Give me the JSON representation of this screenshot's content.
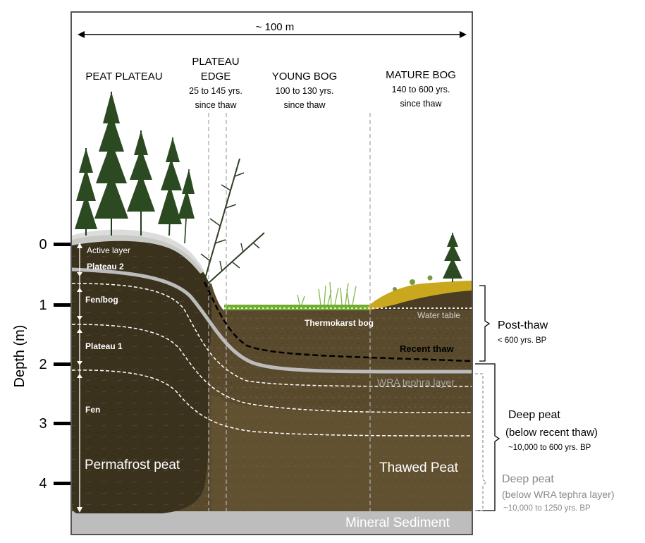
{
  "scale_label": "~ 100 m",
  "zones": {
    "peat_plateau": {
      "title": "PEAT PLATEAU"
    },
    "plateau_edge": {
      "title_1": "PLATEAU",
      "title_2": "EDGE",
      "sub_1": "25 to 145 yrs.",
      "sub_2": "since thaw"
    },
    "young_bog": {
      "title": "YOUNG BOG",
      "sub_1": "100 to 130 yrs.",
      "sub_2": "since thaw"
    },
    "mature_bog": {
      "title": "MATURE BOG",
      "sub_1": "140 to 600 yrs.",
      "sub_2": "since thaw"
    }
  },
  "depth_axis": {
    "label": "Depth (m)",
    "ticks": [
      "0",
      "1",
      "2",
      "3",
      "4"
    ]
  },
  "layers": {
    "active_layer": "Active layer",
    "plateau_2": "Plateau 2",
    "fen_bog": "Fen/bog",
    "plateau_1": "Plateau 1",
    "fen": "Fen",
    "permafrost_peat": "Permafrost peat",
    "thermokarst_bog": "Thermokarst bog",
    "water_table": "Water table",
    "recent_thaw": "Recent thaw",
    "wra_tephra": "WRA tephra layer",
    "thawed_peat": "Thawed Peat",
    "mineral_sediment": "Mineral Sediment"
  },
  "side_notes": {
    "post_thaw": {
      "title": "Post-thaw",
      "sub": "< 600 yrs. BP"
    },
    "deep_peat_recent": {
      "title_1": "Deep peat",
      "title_2": "(below recent thaw)",
      "sub": "~10,000 to 600 yrs. BP"
    },
    "deep_peat_tephra": {
      "title_1": "Deep peat",
      "title_2": "(below WRA tephra layer)",
      "sub": "~10,000 to 1250 yrs. BP"
    }
  },
  "colors": {
    "peat_dark": "#3f3620",
    "peat_mid": "#5b4b2e",
    "peat_light": "#6e5b38",
    "mineral": "#bdbdbd",
    "moss_green": "#6fae2c",
    "moss_yellow": "#c9a81e",
    "tree": "#1f3b1f",
    "tephra": "#bcbcbc"
  }
}
